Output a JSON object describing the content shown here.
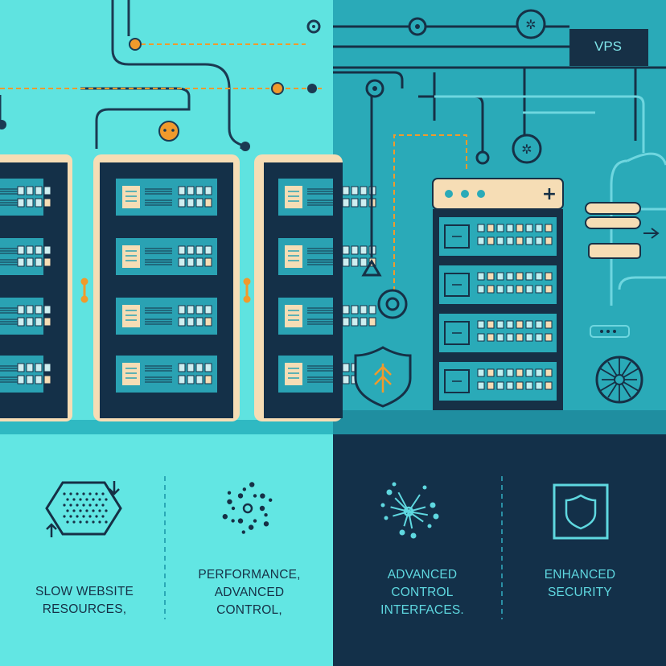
{
  "vps_label": "VPS",
  "features": [
    {
      "lines": [
        "SLOW WEBSITE",
        "RESOURCES,"
      ]
    },
    {
      "lines": [
        "PERFORMANCE,",
        "ADVANCED",
        "CONTROL,"
      ]
    },
    {
      "lines": [
        "ADVANCED",
        "CONTROL",
        "INTERFACES."
      ]
    },
    {
      "lines": [
        "ENHANCED",
        "SECURITY"
      ]
    }
  ],
  "icons": [
    "hexagon-chip-icon",
    "dots-burst-icon",
    "network-node-icon",
    "shield-icon"
  ],
  "colors": {
    "left_bg": "#5fe3e0",
    "right_bg": "#2aaab8",
    "dark_navy": "#163046",
    "rack_panel": "#2aa2b3",
    "accent_orange": "#f09a2c",
    "cream": "#f6ddb5"
  }
}
